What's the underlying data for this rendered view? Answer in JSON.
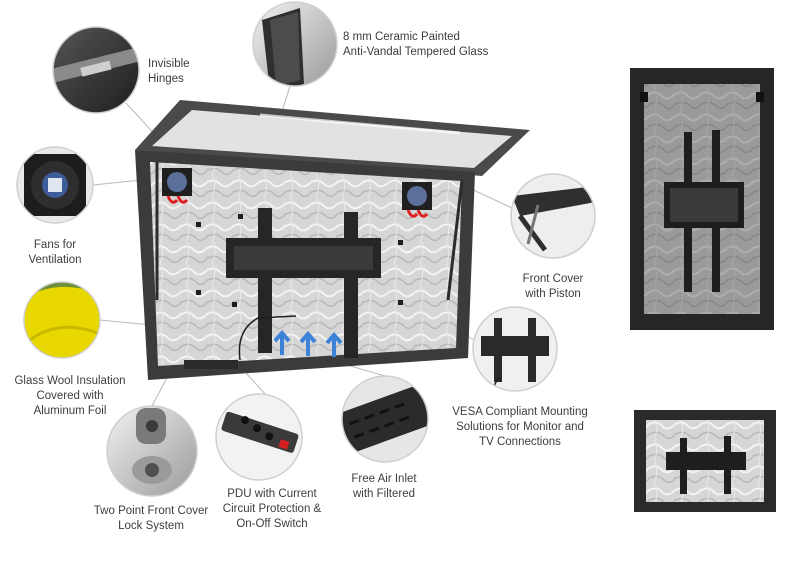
{
  "callouts": {
    "glass": [
      "8 mm Ceramic Painted",
      "Anti-Vandal Tempered Glass"
    ],
    "hinges": [
      "Invisible",
      "Hinges"
    ],
    "fans": [
      "Fans for",
      "Ventilation"
    ],
    "insulation": [
      "Glass Wool Insulation",
      "Covered with",
      "Aluminum Foil"
    ],
    "lock": [
      "Two Point Front Cover",
      "Lock System"
    ],
    "pdu": [
      "PDU with Current",
      "Circuit Protection &",
      "On-Off Switch"
    ],
    "air_inlet": [
      "Free Air Inlet",
      "with Filtered"
    ],
    "piston": [
      "Front Cover",
      "with Piston"
    ],
    "vesa": [
      "VESA Compliant  Mounting",
      "Solutions for Monitor and",
      "TV Connections"
    ]
  },
  "icons": {
    "fan": "cooling-fan-icon",
    "lock": "lock-icon",
    "pdu": "power-strip-icon",
    "airflow": "airflow-arrows-icon"
  },
  "colors": {
    "frame": "#3a3a3a",
    "foil": "#d9d9d9",
    "bracket": "#2b2b2b",
    "airflow_in": "#3c82d6",
    "airflow_out": "#d92121",
    "insulation": "#e8d800",
    "leader": "#b5b5b5"
  }
}
